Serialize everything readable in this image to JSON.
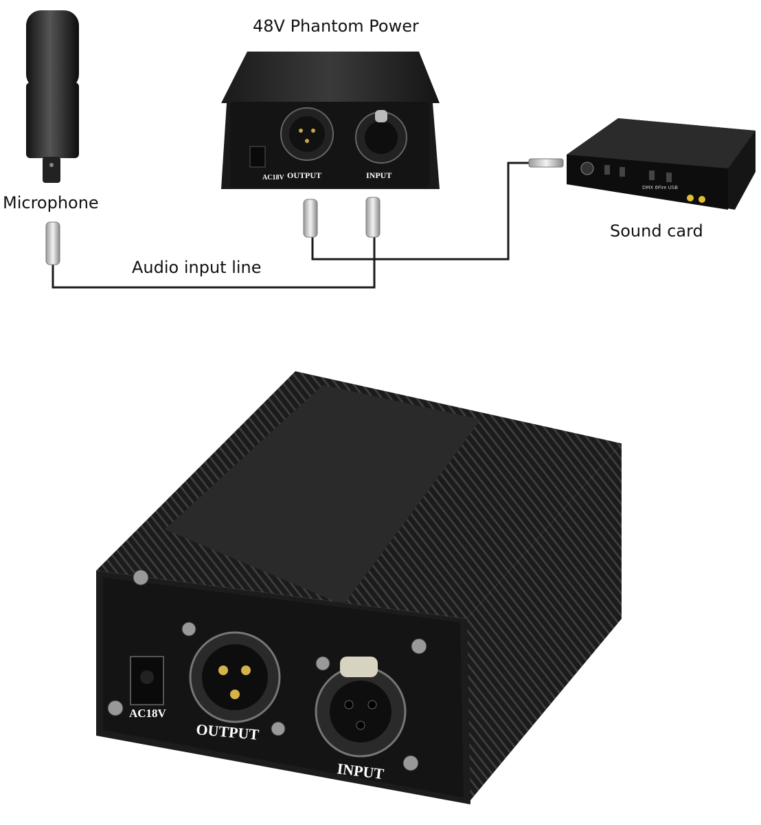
{
  "diagram": {
    "title": "48V Phantom Power",
    "labels": {
      "microphone": "Microphone",
      "sound_card": "Sound card",
      "audio_line": "Audio input line"
    },
    "device_small": {
      "power": "AC18V",
      "output": "OUTPUT",
      "input": "INPUT"
    },
    "sound_card_brand": "DMX 6Fire USB"
  },
  "product": {
    "power": "AC18V",
    "output": "OUTPUT",
    "input": "INPUT"
  }
}
